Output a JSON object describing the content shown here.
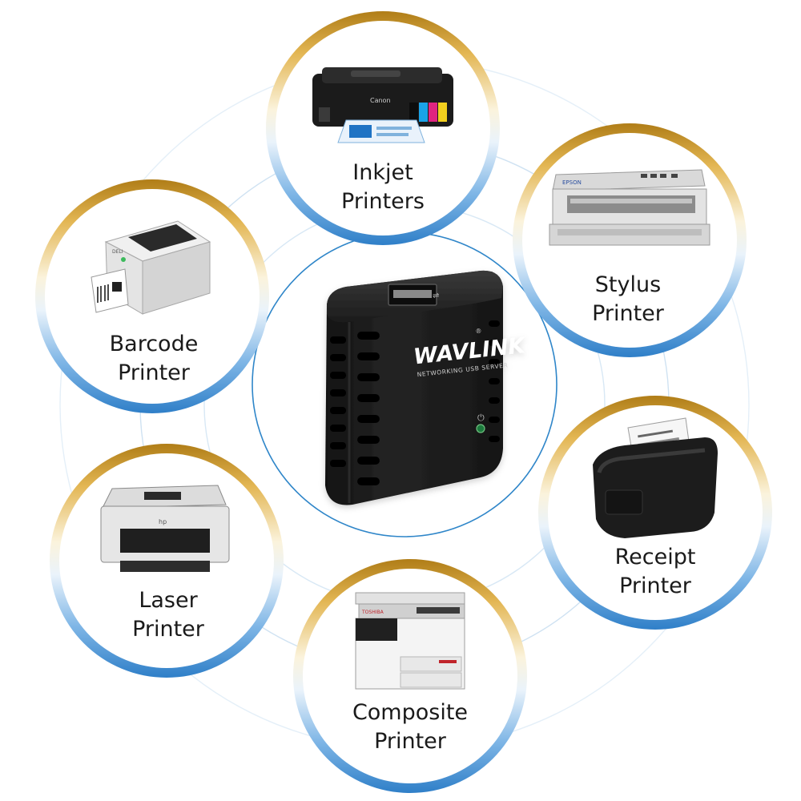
{
  "device": {
    "brand_main": "WAVLINK",
    "brand_mark": "®",
    "tagline": "NETWORKING USB SERVER",
    "power_symbol": "⏻"
  },
  "printers": [
    {
      "id": "inkjet",
      "line1": "Inkjet",
      "line2": "Printers",
      "icon": "inkjet-printer-icon",
      "brand": "Canon"
    },
    {
      "id": "stylus",
      "line1": "Stylus",
      "line2": "Printer",
      "icon": "stylus-printer-icon",
      "brand": "EPSON"
    },
    {
      "id": "receipt",
      "line1": "Receipt",
      "line2": "Printer",
      "icon": "receipt-printer-icon"
    },
    {
      "id": "composite",
      "line1": "Composite",
      "line2": "Printer",
      "icon": "composite-printer-icon",
      "brand": "TOSHIBA"
    },
    {
      "id": "laser",
      "line1": "Laser",
      "line2": "Printer",
      "icon": "laser-printer-icon",
      "brand": "hp"
    },
    {
      "id": "barcode",
      "line1": "Barcode",
      "line2": "Printer",
      "icon": "barcode-printer-icon",
      "brand": "DELI"
    }
  ],
  "colors": {
    "ring_gold": "#c8962a",
    "ring_blue": "#3d8fd6",
    "orbit_line": "#c9dff0",
    "inner_circle": "#2f86c9",
    "device_body": "#1c1c1c"
  }
}
